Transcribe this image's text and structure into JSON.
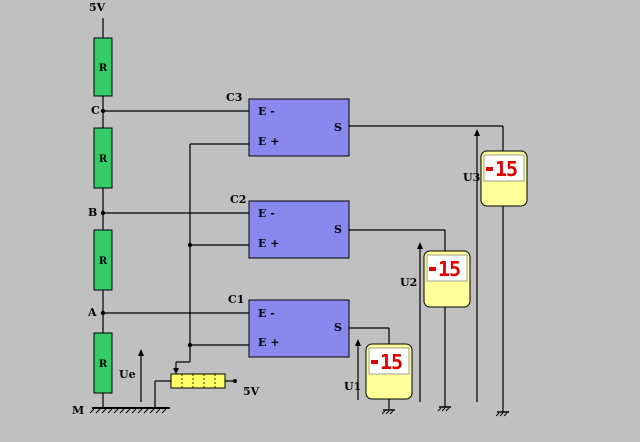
{
  "supply_top": "5V",
  "resistor_label": "R",
  "nodes": {
    "c": "C",
    "b": "B",
    "a": "A",
    "ground": "M"
  },
  "comparators": [
    {
      "name": "C3",
      "in_minus": "E -",
      "in_plus": "E +",
      "out": "S"
    },
    {
      "name": "C2",
      "in_minus": "E -",
      "in_plus": "E +",
      "out": "S"
    },
    {
      "name": "C1",
      "in_minus": "E -",
      "in_plus": "E +",
      "out": "S"
    }
  ],
  "voltmeters": [
    {
      "name": "U3",
      "reading": "15"
    },
    {
      "name": "U2",
      "reading": "15"
    },
    {
      "name": "U1",
      "reading": "15"
    }
  ],
  "input_voltage": "Ue",
  "pot_supply": "5V",
  "colors": {
    "background": "#c0c0c0",
    "resistor": "#33cc66",
    "comparator": "#8888ee",
    "meter_body": "#ffff99",
    "digits": "#e00000",
    "pot": "#ffff66"
  }
}
